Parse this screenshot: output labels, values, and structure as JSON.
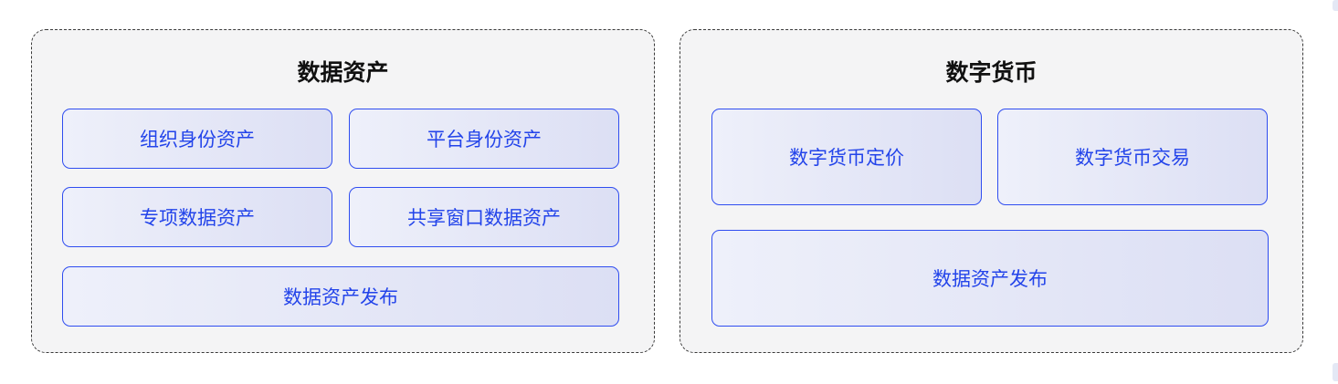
{
  "left_panel": {
    "title": "数据资产",
    "items": [
      {
        "label": "组织身份资产"
      },
      {
        "label": "平台身份资产"
      },
      {
        "label": "专项数据资产"
      },
      {
        "label": "共享窗口数据资产"
      },
      {
        "label": "数据资产发布"
      }
    ]
  },
  "right_panel": {
    "title": "数字货币",
    "items": [
      {
        "label": "数字货币定价"
      },
      {
        "label": "数字货币交易"
      },
      {
        "label": "数据资产发布"
      }
    ]
  },
  "colors": {
    "panel_bg": "#f4f4f5",
    "panel_border": "#3a3a3a",
    "box_border": "#2f4df0",
    "box_text": "#2344ea",
    "title_text": "#111111"
  }
}
